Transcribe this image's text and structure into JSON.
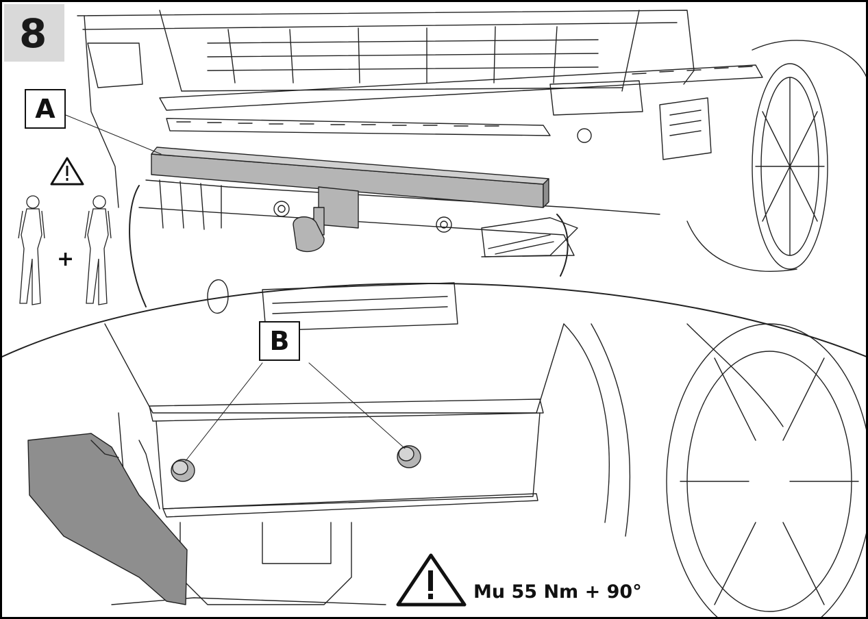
{
  "step": {
    "number": "8"
  },
  "callouts": {
    "a": "A",
    "b": "B"
  },
  "people": {
    "plus": "+"
  },
  "torque": {
    "text": "Mu 55 Nm + 90°"
  },
  "icons": [
    "warning-triangle-icon",
    "person-assistant-icon"
  ],
  "colors": {
    "line": "#222222",
    "part_fill": "#b5b5b5",
    "tab_fill": "#d9d9d9"
  }
}
